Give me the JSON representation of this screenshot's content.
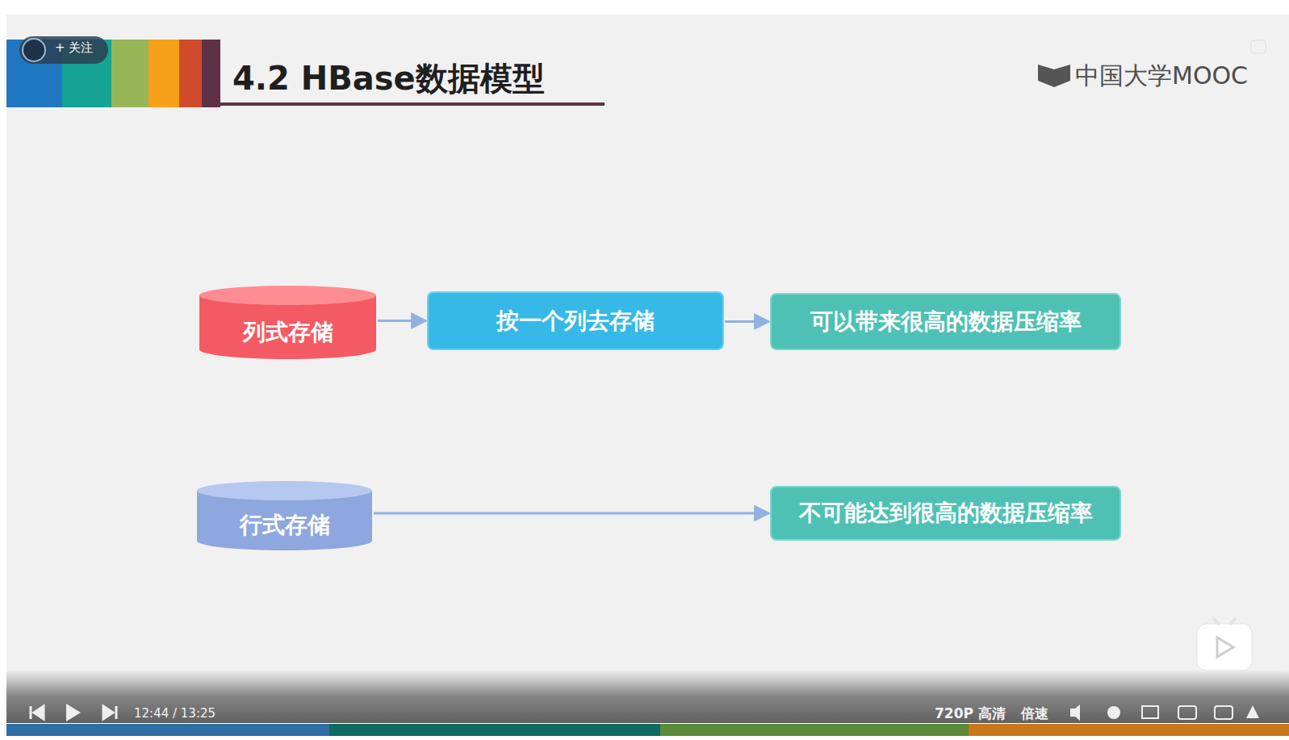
{
  "diagram": {
    "title": "4.2 HBase数据模型",
    "nodes": [
      {
        "text": [
          "列式存储"
        ]
      },
      {
        "text": [
          "按一个列去存储"
        ]
      },
      {
        "text": [
          "可以带来很高的数据压缩率"
        ]
      },
      {
        "text": [
          "行式存储"
        ]
      },
      {
        "text": [
          "不可能达到很高的数据压缩率"
        ]
      }
    ],
    "edges": [
      {
        "from": 0,
        "to": 1,
        "arrow": "to"
      },
      {
        "from": 1,
        "to": 2,
        "arrow": "to"
      },
      {
        "from": 3,
        "to": 4,
        "arrow": "to"
      }
    ],
    "labels": [
      "+ 关注",
      "中国大学MOOC",
      "12:44 / 13:25",
      "720P 高清",
      "倍速"
    ]
  }
}
